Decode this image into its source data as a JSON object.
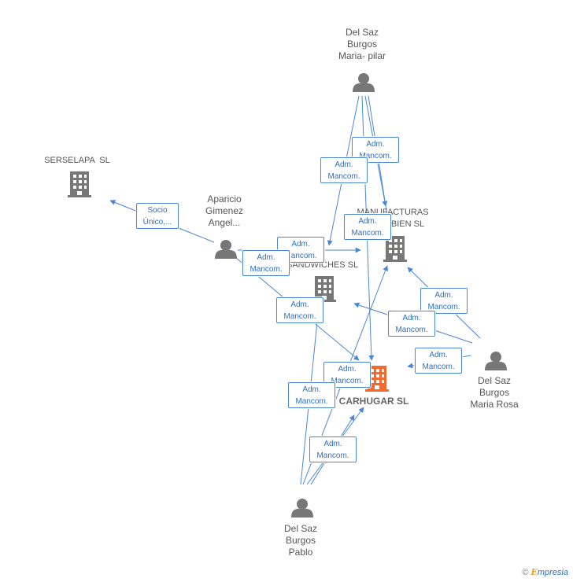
{
  "colors": {
    "edge": "#4a86d6",
    "node": "#777777",
    "focus": "#f26a2d",
    "label": "#555555"
  },
  "nodes": {
    "maria_pilar": {
      "label_lines": [
        "Del Saz",
        "Burgos",
        "Maria- pilar"
      ],
      "icon": "person-icon"
    },
    "serselapa": {
      "label_lines": [
        "SERSELAPA  SL"
      ],
      "icon": "building-icon"
    },
    "aparicio": {
      "label_lines": [
        "Aparicio",
        "Gimenez",
        "Angel..."
      ],
      "icon": "person-icon"
    },
    "manufacturas": {
      "label_lines": [
        "MANUFACTURAS",
        "BIEN SL"
      ],
      "icon": "building-icon"
    },
    "sandwiches": {
      "label_lines": [
        "SANDWICHES SL"
      ],
      "icon": "building-icon"
    },
    "carhugar": {
      "label_lines": [
        "CARHUGAR SL"
      ],
      "icon": "building-icon"
    },
    "maria_rosa": {
      "label_lines": [
        "Del Saz",
        "Burgos",
        "Maria Rosa"
      ],
      "icon": "person-icon"
    },
    "pablo": {
      "label_lines": [
        "Del Saz",
        "Burgos",
        "Pablo"
      ],
      "icon": "person-icon"
    }
  },
  "relations": [
    {
      "line1": "Adm.",
      "line2": "Mancom."
    },
    {
      "line1": "Adm.",
      "line2": "Mancom."
    },
    {
      "line1": "Socio",
      "line2": "Único,..."
    },
    {
      "line1": "Adm.",
      "line2": "Mancom."
    },
    {
      "line1": "Adm.",
      "line2": "Mancom."
    },
    {
      "line1": "Adm.",
      "line2": "Mancom."
    },
    {
      "line1": "Adm.",
      "line2": "Mancom."
    },
    {
      "line1": "Adm.",
      "line2": "Mancom."
    },
    {
      "line1": "Adm.",
      "line2": "Mancom."
    },
    {
      "line1": "Adm.",
      "line2": "Mancom."
    },
    {
      "line1": "Adm.",
      "line2": "Mancom."
    },
    {
      "line1": "Adm.",
      "line2": "Mancom."
    },
    {
      "line1": "Adm.",
      "line2": "Mancom."
    }
  ],
  "brand": {
    "copyright": "©",
    "initial": "E",
    "rest": "mpresia"
  }
}
